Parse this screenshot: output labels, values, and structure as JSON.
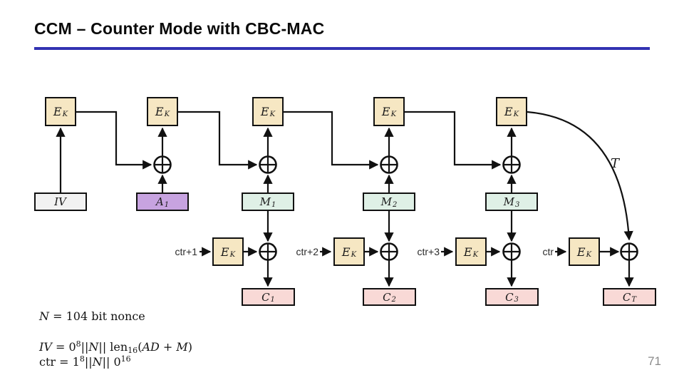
{
  "slide": {
    "title": "CCM – Counter Mode with CBC-MAC",
    "page_number": "71"
  },
  "colors": {
    "accent_rule": "#3232b2",
    "cipher_block_fill": "#f6e7c3",
    "iv_fill": "#f2f2f2",
    "aad_fill": "#c7a3e0",
    "message_fill": "#dff0e6",
    "ciphertext_fill": "#f9d9d6",
    "wire": "#111111"
  },
  "diagram": {
    "top_ek": [
      {
        "base": "E",
        "sub": "K"
      },
      {
        "base": "E",
        "sub": "K"
      },
      {
        "base": "E",
        "sub": "K"
      },
      {
        "base": "E",
        "sub": "K"
      },
      {
        "base": "E",
        "sub": "K"
      }
    ],
    "inputs": [
      {
        "base": "IV",
        "sub": ""
      },
      {
        "base": "A",
        "sub": "1"
      },
      {
        "base": "M",
        "sub": "1"
      },
      {
        "base": "M",
        "sub": "2"
      },
      {
        "base": "M",
        "sub": "3"
      }
    ],
    "ctr_labels": [
      "ctr+1",
      "ctr+2",
      "ctr+3",
      "ctr"
    ],
    "bottom_ek": [
      {
        "base": "E",
        "sub": "K"
      },
      {
        "base": "E",
        "sub": "K"
      },
      {
        "base": "E",
        "sub": "K"
      },
      {
        "base": "E",
        "sub": "K"
      }
    ],
    "outputs": [
      {
        "base": "C",
        "sub": "1"
      },
      {
        "base": "C",
        "sub": "2"
      },
      {
        "base": "C",
        "sub": "3"
      },
      {
        "base": "C",
        "sub": "T"
      }
    ],
    "tag_label": "T",
    "xor_symbol": "xor-plus-circle"
  },
  "formulas": {
    "line1": {
      "f1": "N",
      "f2": " = 104 bit nonce"
    },
    "line2": {
      "f1": "IV",
      "f2": " = 0",
      "f3": "8",
      "f4": "||",
      "f5": "N",
      "f6": "|| len",
      "f7": "16",
      "f8": "(",
      "f9": "AD",
      "f10": " + ",
      "f11": "M",
      "f12": ")"
    },
    "line3": {
      "f1": "ctr",
      "f2": " = 1",
      "f3": "8",
      "f4": "||",
      "f5": "N",
      "f6": "|| 0",
      "f7": "16"
    }
  }
}
